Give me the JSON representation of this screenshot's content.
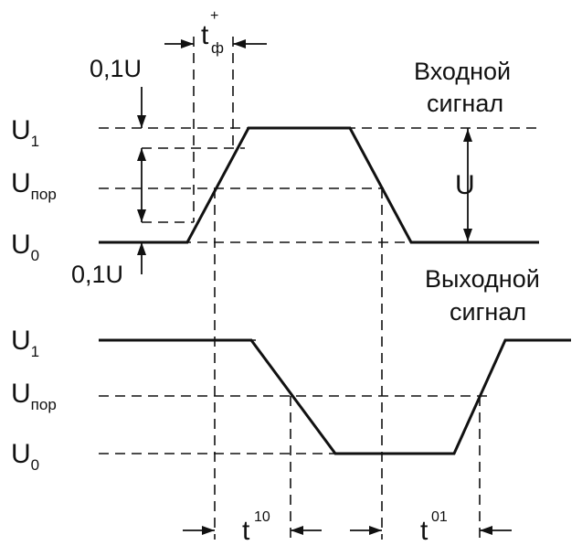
{
  "labels": {
    "u1": "U",
    "u1_sub": "1",
    "upor": "U",
    "upor_sub": "пор",
    "u0": "U",
    "u0_sub": "0",
    "tenth_u": "0,1U",
    "u": "U",
    "tf": "t",
    "tf_sup": "+",
    "tf_sub": "ф",
    "t10": "t",
    "t10_sup": "10",
    "t01": "t",
    "t01_sup": "01"
  },
  "input_signal": {
    "line1": "Входной",
    "line2": "сигнал"
  },
  "output_signal": {
    "line1": "Выходной",
    "line2": "сигнал"
  }
}
